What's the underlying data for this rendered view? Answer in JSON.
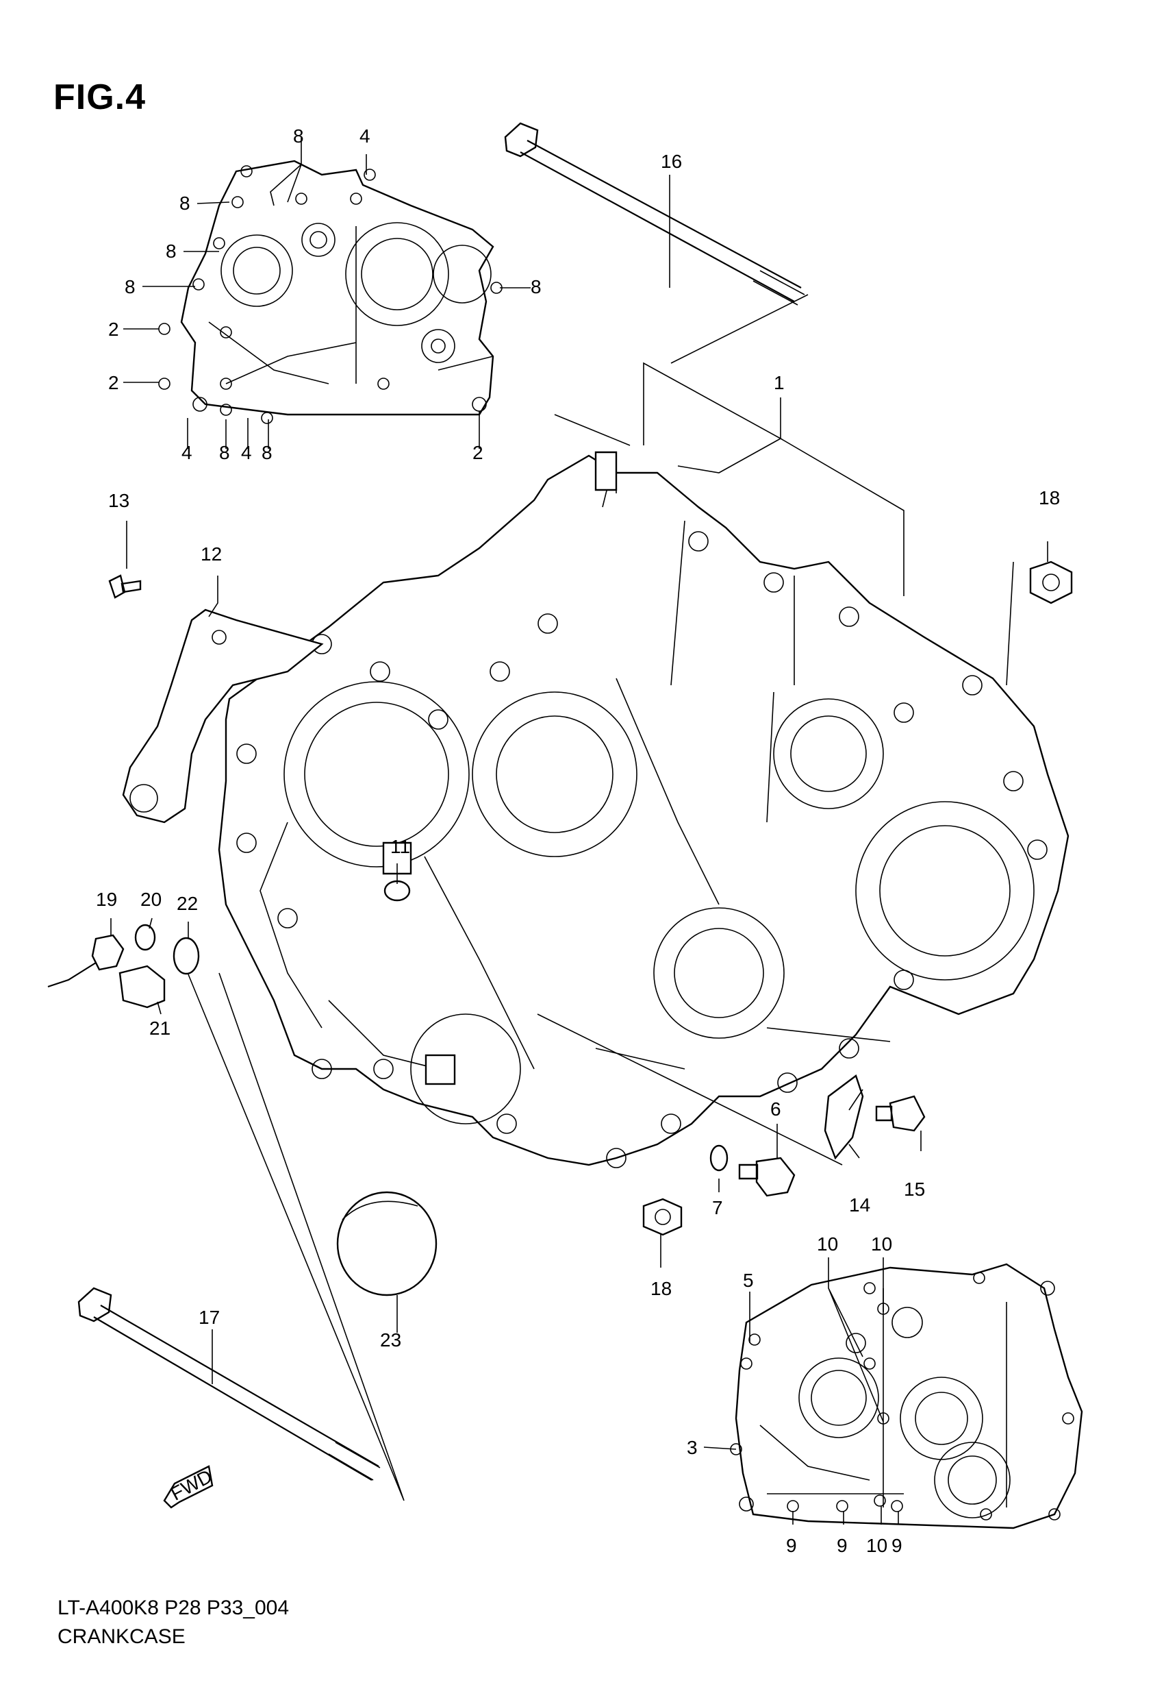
{
  "figure_label": "FIG.4",
  "caption": {
    "line1": "LT-A400K8 P28 P33_004",
    "line2": "CRANKCASE"
  },
  "direction_arrow_text": "FWD",
  "callouts": {
    "c1": "1",
    "c2a": "2",
    "c2b": "2",
    "c2c": "2",
    "c3": "3",
    "c4a": "4",
    "c4b": "4",
    "c4c": "4",
    "c5": "5",
    "c6": "6",
    "c7": "7",
    "c8a": "8",
    "c8b": "8",
    "c8c": "8",
    "c8d": "8",
    "c8e": "8",
    "c8f": "8",
    "c8g": "8",
    "c9a": "9",
    "c9b": "9",
    "c9c": "9",
    "c10a": "10",
    "c10b": "10",
    "c10c": "10",
    "c11": "11",
    "c12": "12",
    "c13": "13",
    "c14": "14",
    "c15": "15",
    "c16": "16",
    "c17": "17",
    "c18a": "18",
    "c18b": "18",
    "c19": "19",
    "c20": "20",
    "c21": "21",
    "c22": "22",
    "c23": "23"
  }
}
